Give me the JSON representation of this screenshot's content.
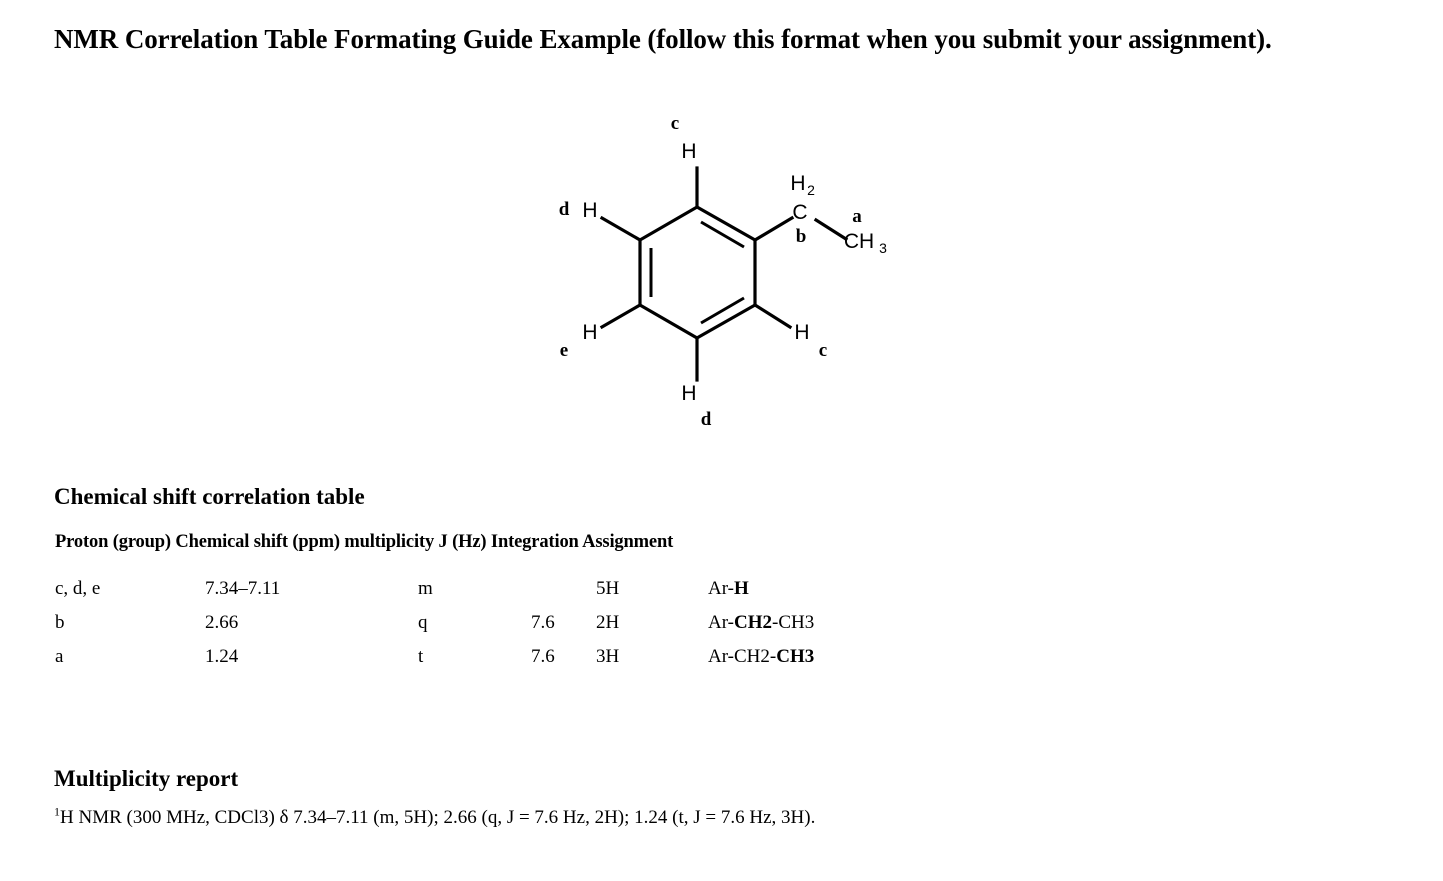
{
  "document": {
    "title": "NMR Correlation Table Formating Guide Example (follow this format when you submit your assignment)."
  },
  "structure": {
    "name": "ethylbenzene-labeled-structure",
    "ring_labels": {
      "top_h": "H",
      "top_letter": "c",
      "upper_left_h": "H",
      "upper_left_letter": "d",
      "lower_left_h": "H",
      "lower_left_letter": "e",
      "lower_right_h": "H",
      "lower_right_letter": "c",
      "bottom_h": "H",
      "bottom_letter": "d"
    },
    "side_chain": {
      "ch2_h": "H",
      "ch2_h_subscript": "2",
      "ch2_c": "C",
      "ch2_letter": "b",
      "ch3": "CH",
      "ch3_subscript": "3",
      "ch3_letter": "a"
    }
  },
  "correlation_section": {
    "heading": "Chemical shift correlation table",
    "header_line": "Proton (group) Chemical shift (ppm) multiplicity J (Hz) Integration Assignment",
    "columns": [
      "Proton (group)",
      "Chemical shift (ppm)",
      "multiplicity",
      "J (Hz)",
      "Integration",
      "Assignment"
    ],
    "rows": [
      {
        "proton": "c, d, e",
        "shift": "7.34–7.11",
        "multiplicity": "m",
        "j": "",
        "integration": "5H",
        "assignment_plain_prefix": "Ar-",
        "assignment_bold": "H",
        "assignment_plain_suffix": ""
      },
      {
        "proton": "b",
        "shift": "2.66",
        "multiplicity": "q",
        "j": "7.6",
        "integration": "2H",
        "assignment_plain_prefix": "Ar-",
        "assignment_bold": "CH2",
        "assignment_plain_suffix": "-CH3"
      },
      {
        "proton": "a",
        "shift": "1.24",
        "multiplicity": "t",
        "j": "7.6",
        "integration": "3H",
        "assignment_plain_prefix": "Ar-CH2-",
        "assignment_bold": "CH3",
        "assignment_plain_suffix": ""
      }
    ]
  },
  "multiplicity_section": {
    "heading": "Multiplicity report",
    "superscript": "1",
    "text": "H NMR (300 MHz, CDCl3) δ 7.34–7.11 (m, 5H); 2.66 (q, J = 7.6 Hz, 2H); 1.24 (t, J = 7.6 Hz, 3H)."
  }
}
